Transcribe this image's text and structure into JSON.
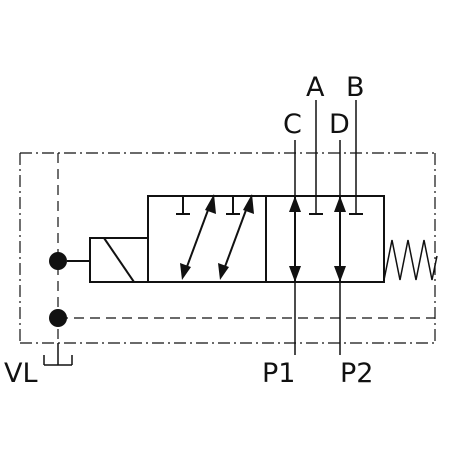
{
  "diagram": {
    "ports": {
      "A": "A",
      "B": "B",
      "C": "C",
      "D": "D",
      "P1": "P1",
      "P2": "P2",
      "VL": "VL"
    }
  }
}
